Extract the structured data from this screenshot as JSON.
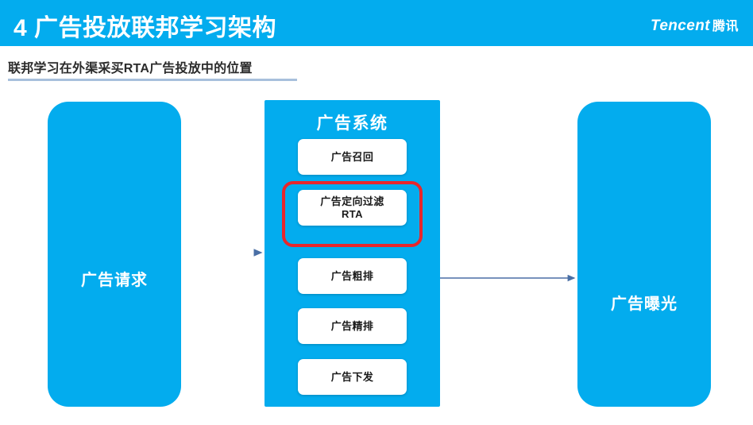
{
  "header": {
    "section_number": "4",
    "title": "4 广告投放联邦学习架构",
    "brand_latin": "Tencent",
    "brand_cjk": "腾讯",
    "band_color": "#03ACEE",
    "title_color": "#FFFFFF"
  },
  "subtitle": {
    "text": "联邦学习在外渠采买RTA广告投放中的位置",
    "rule_color": "#A8C0DC"
  },
  "diagram": {
    "type": "flow",
    "accent_color": "#03ACEE",
    "highlight_color": "#E8262B",
    "arrow_color": "#4A6FA5",
    "left_panel": {
      "label": "广告请求"
    },
    "center_panel": {
      "title": "广告系统",
      "stages": [
        {
          "label": "广告召回"
        },
        {
          "label": "广告定向过滤\nRTA",
          "highlighted": true
        },
        {
          "label": "广告粗排"
        },
        {
          "label": "广告精排"
        },
        {
          "label": "广告下发"
        }
      ]
    },
    "right_panel": {
      "label": "广告曝光"
    },
    "arrows": [
      {
        "from": "广告请求",
        "to": "广告系统"
      },
      {
        "from": "广告系统",
        "to": "广告曝光"
      }
    ]
  }
}
